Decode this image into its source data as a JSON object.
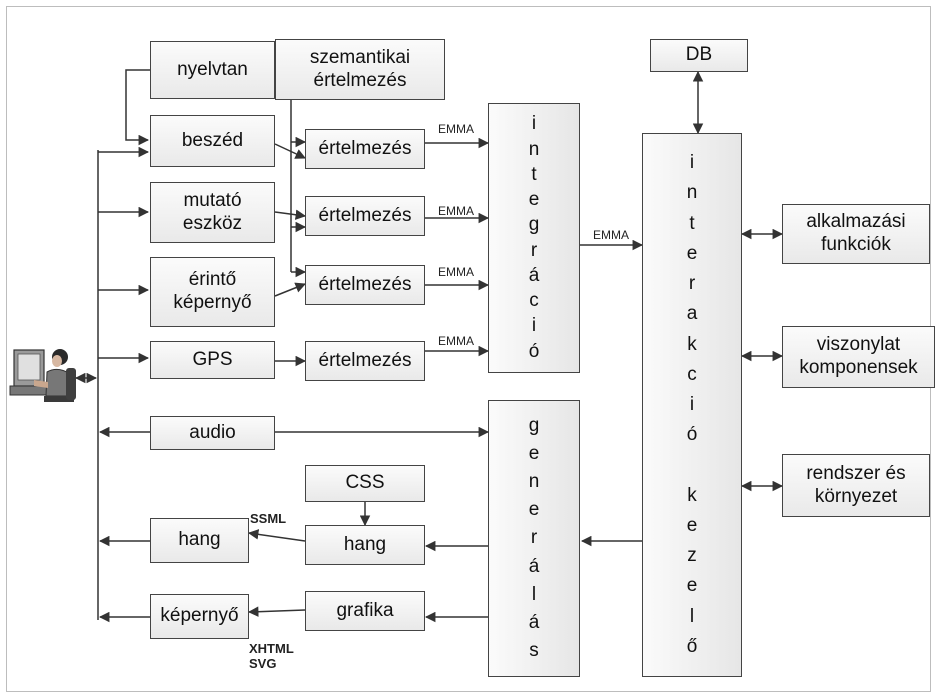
{
  "inputs": {
    "nyelvtan": "nyelvtan",
    "szemantikai": "szemantikai\nértelmezés",
    "beszed": "beszéd",
    "mutato": "mutató\neszköz",
    "erinto": "érintő\nképernyő",
    "gps": "GPS",
    "audio": "audio"
  },
  "interp": {
    "i1": "értelmezés",
    "i2": "értelmezés",
    "i3": "értelmezés",
    "i4": "értelmezés"
  },
  "emma_labels": [
    "EMMA",
    "EMMA",
    "EMMA",
    "EMMA",
    "EMMA"
  ],
  "integracio_letters": [
    "i",
    "n",
    "t",
    "e",
    "g",
    "r",
    "á",
    "c",
    "i",
    "ó"
  ],
  "generalas_letters": [
    "g",
    "e",
    "n",
    "e",
    "r",
    "á",
    "l",
    "á",
    "s"
  ],
  "interakcio_letters": [
    "i",
    "n",
    "t",
    "e",
    "r",
    "a",
    "k",
    "c",
    "i",
    "ó",
    "",
    "k",
    "e",
    "z",
    "e",
    "l",
    "ő"
  ],
  "db": "DB",
  "right": {
    "alkalmazasi": "alkalmazási\nfunkciók",
    "viszonylat": "viszonylat\nkomponensek",
    "rendszer": "rendszer és\nkörnyezet"
  },
  "output": {
    "css": "CSS",
    "hang_gen": "hang",
    "grafika": "grafika",
    "hang_out": "hang",
    "kepernyo": "képernyő",
    "ssml": "SSML",
    "xhtml_svg": "XHTML\nSVG"
  },
  "colors": {
    "line": "#333333",
    "box_border": "#444444"
  },
  "icons": [
    "user-at-computer-icon"
  ]
}
